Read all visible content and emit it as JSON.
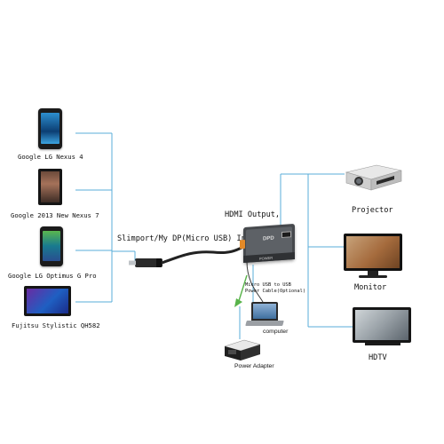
{
  "sources": [
    {
      "label": "Google LG Nexus 4"
    },
    {
      "label": "Google 2013 New Nexus 7"
    },
    {
      "label": "Google LG Optimus G Pro"
    },
    {
      "label": "Fujitsu Stylistic QH582"
    }
  ],
  "input_label": "Slimport/My DP(Micro USB) Input",
  "output_label": "HDMI Output,",
  "power_cable_label": {
    "line1": "Micro USB to USB",
    "line2": "Power Cable(Optional)"
  },
  "adapter_text": {
    "logo": "DPD",
    "strip": "POWER"
  },
  "outputs": [
    {
      "label": "Projector"
    },
    {
      "label": "Monitor"
    },
    {
      "label": "HDTV"
    }
  ],
  "power_devices": [
    {
      "label": "computer"
    },
    {
      "label": "Power Adapter"
    }
  ],
  "colors": {
    "wire": "#5aaed8",
    "power_arrow": "#58b34a",
    "cable": "#222222",
    "connector_tip": "#e48a28"
  }
}
